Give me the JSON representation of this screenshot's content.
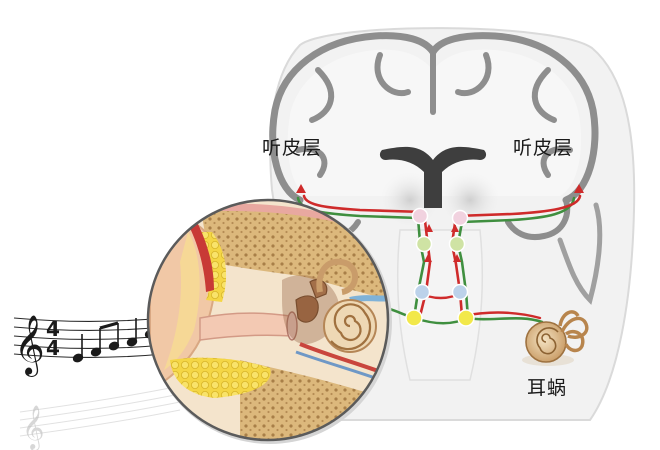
{
  "labels": {
    "auditory_cortex_left": "听皮层",
    "auditory_cortex_right": "听皮层",
    "cochlea": "耳蜗"
  },
  "colors": {
    "brain_fill": "#efefef",
    "brain_outline": "#8c8c8c",
    "ventricle": "#3e3e3e",
    "pathway_green": "#3f8f3f",
    "pathway_red": "#cf2b2b",
    "node_yellow": "#f2e84a",
    "node_blue": "#bcd2ea",
    "node_pink": "#f1d2df",
    "node_green": "#cfe3a4",
    "cochlea": "#c8975c",
    "bone": "#d9b57a",
    "fat": "#f0cf3a"
  }
}
